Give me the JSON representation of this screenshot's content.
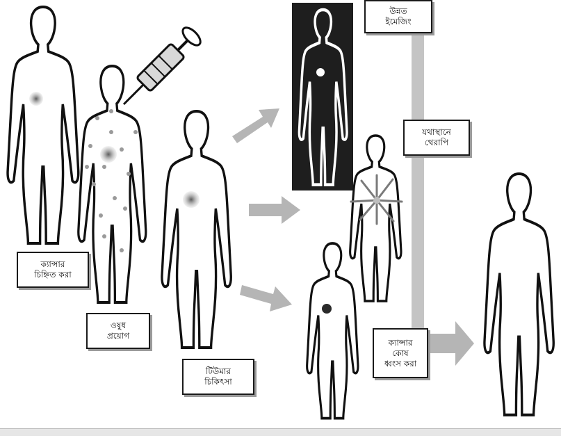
{
  "labels": {
    "cancer_identified": [
      "ক্যান্সার",
      "চিহ্নিত করা"
    ],
    "drug_application": [
      "ওষুধ",
      "প্রয়োগ"
    ],
    "tumor_treatment": [
      "টিউমার",
      "চিকিৎসা"
    ],
    "advanced_imaging": [
      "উন্নত",
      "ইমেজিং"
    ],
    "targeted_therapy": [
      "যথাস্থানে",
      "থেরাপি"
    ],
    "cancer_cell_destroy": [
      "ক্যান্সার",
      "কোষ",
      "ধ্বংস করা"
    ]
  },
  "colors": {
    "outline": "#111111",
    "arrow": "#b5b5b5",
    "tumor": "#8c8c8c",
    "dark_panel": "#1e1e1e",
    "vertical_bar": "#c4c4c4"
  },
  "icons": [
    "syringe-icon",
    "burst-icon"
  ]
}
